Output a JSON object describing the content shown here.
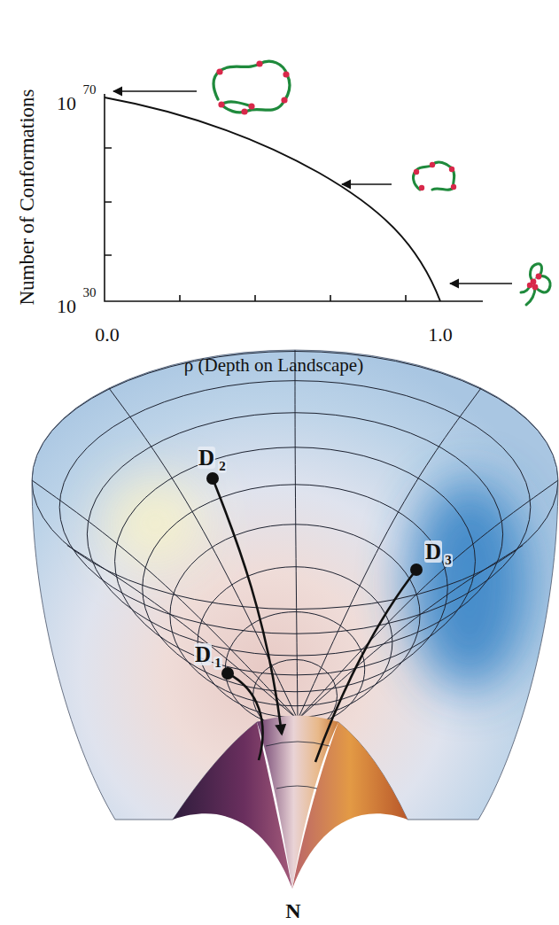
{
  "diagram": {
    "labels": [
      "Number of Conformations",
      "10",
      "70",
      "10",
      "30",
      "0.0",
      "1.0",
      "ρ (Depth on Landscape)",
      "D",
      "2",
      "D",
      "3",
      "D",
      "1",
      "N"
    ]
  }
}
